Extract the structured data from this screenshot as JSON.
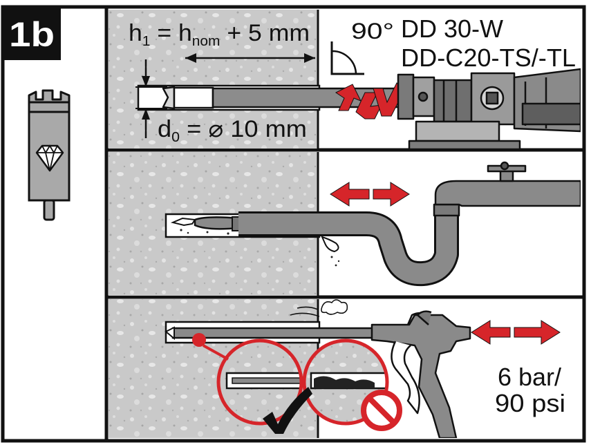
{
  "step_label": "1b",
  "panel1": {
    "formula_h1": {
      "sym": "h",
      "sub": "1",
      "eq": " = ",
      "sym2": "h",
      "sub2": "nom",
      "rest": " + 5 mm"
    },
    "formula_d0": {
      "sym": "d",
      "sub": "0",
      "rest": " = ⌀ 10 mm"
    },
    "angle": "90°",
    "drill_model_line1": "DD 30-W",
    "drill_model_line2": "DD-C20-TS/-TL"
  },
  "panel3": {
    "pressure_line1": "6 bar/",
    "pressure_line2": "90 psi"
  },
  "colors": {
    "accent_red": "#d6252a",
    "concrete": "#c9c9c9",
    "tool_grey": "#8a8a8a",
    "outline": "#111111"
  },
  "icons": [
    "core-bit-icon",
    "diamond-icon",
    "right-angle-icon",
    "double-arrow-icon",
    "check-icon",
    "prohibited-icon",
    "water-tap-icon",
    "air-blow-gun-icon"
  ]
}
